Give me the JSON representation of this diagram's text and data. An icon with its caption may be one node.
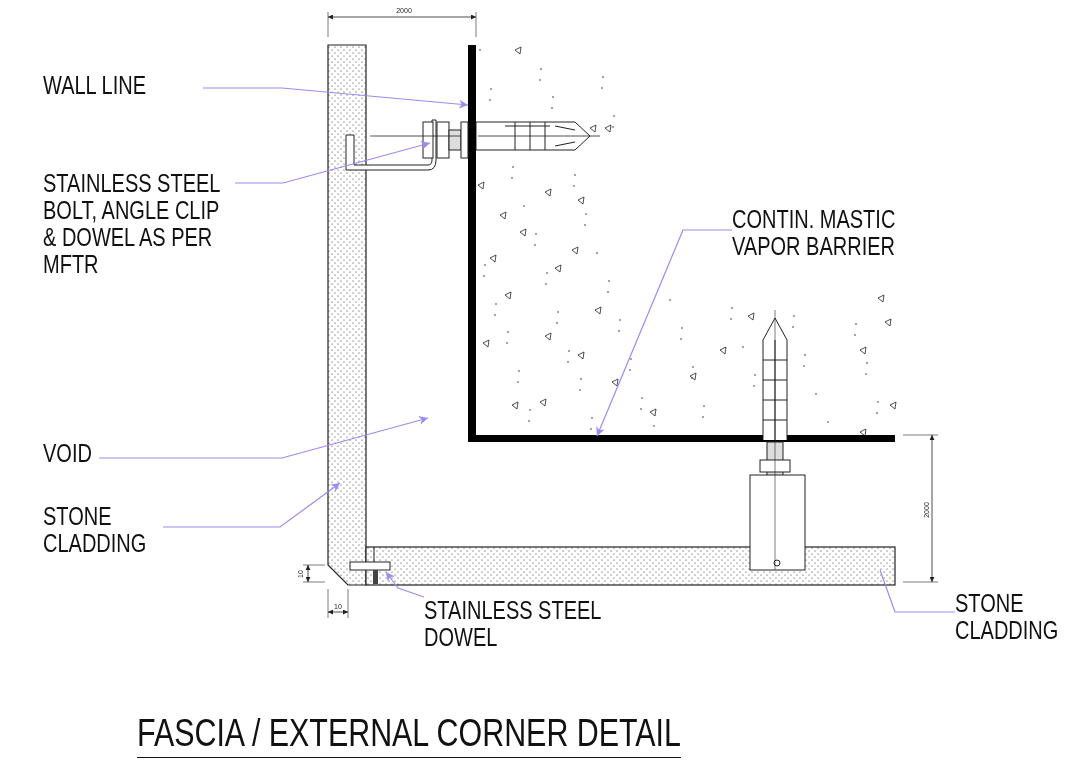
{
  "diagram": {
    "title": "FASCIA / EXTERNAL CORNER DETAIL",
    "nodes": [
      {
        "text": [
          "WALL LINE"
        ]
      },
      {
        "text": [
          "STAINLESS STEEL BOLT, ANGLE CLIP & DOWEL AS PER MFTR"
        ]
      },
      {
        "text": [
          "CONTIN. MASTIC VAPOR BARRIER"
        ]
      },
      {
        "text": [
          "VOID"
        ]
      },
      {
        "text": [
          "STONE CLADDING"
        ]
      },
      {
        "text": [
          "STAINLESS STEEL DOWEL"
        ]
      },
      {
        "text": [
          "STONE CLADDING"
        ]
      },
      {
        "text": [],
        "shape": "bar"
      },
      {
        "text": [],
        "shape": "picture"
      },
      {
        "text": [],
        "shape": "bar"
      },
      {
        "text": [],
        "shape": "box"
      },
      {
        "text": [],
        "shape": "picture"
      },
      {
        "text": [],
        "shape": "box"
      }
    ],
    "edges": [
      {
        "from": 0,
        "to": 7,
        "arrow": "to"
      },
      {
        "from": 1,
        "to": 8,
        "arrow": "to"
      },
      {
        "from": 2,
        "to": 9,
        "arrow": "to"
      },
      {
        "from": 3,
        "to": null,
        "arrow": "to"
      },
      {
        "from": 4,
        "to": 10,
        "arrow": "to"
      },
      {
        "from": 5,
        "to": 11,
        "arrow": "to"
      },
      {
        "from": 6,
        "to": 12,
        "arrow": "none"
      }
    ],
    "labels": [
      "2000",
      "2000",
      "10",
      "10"
    ]
  }
}
